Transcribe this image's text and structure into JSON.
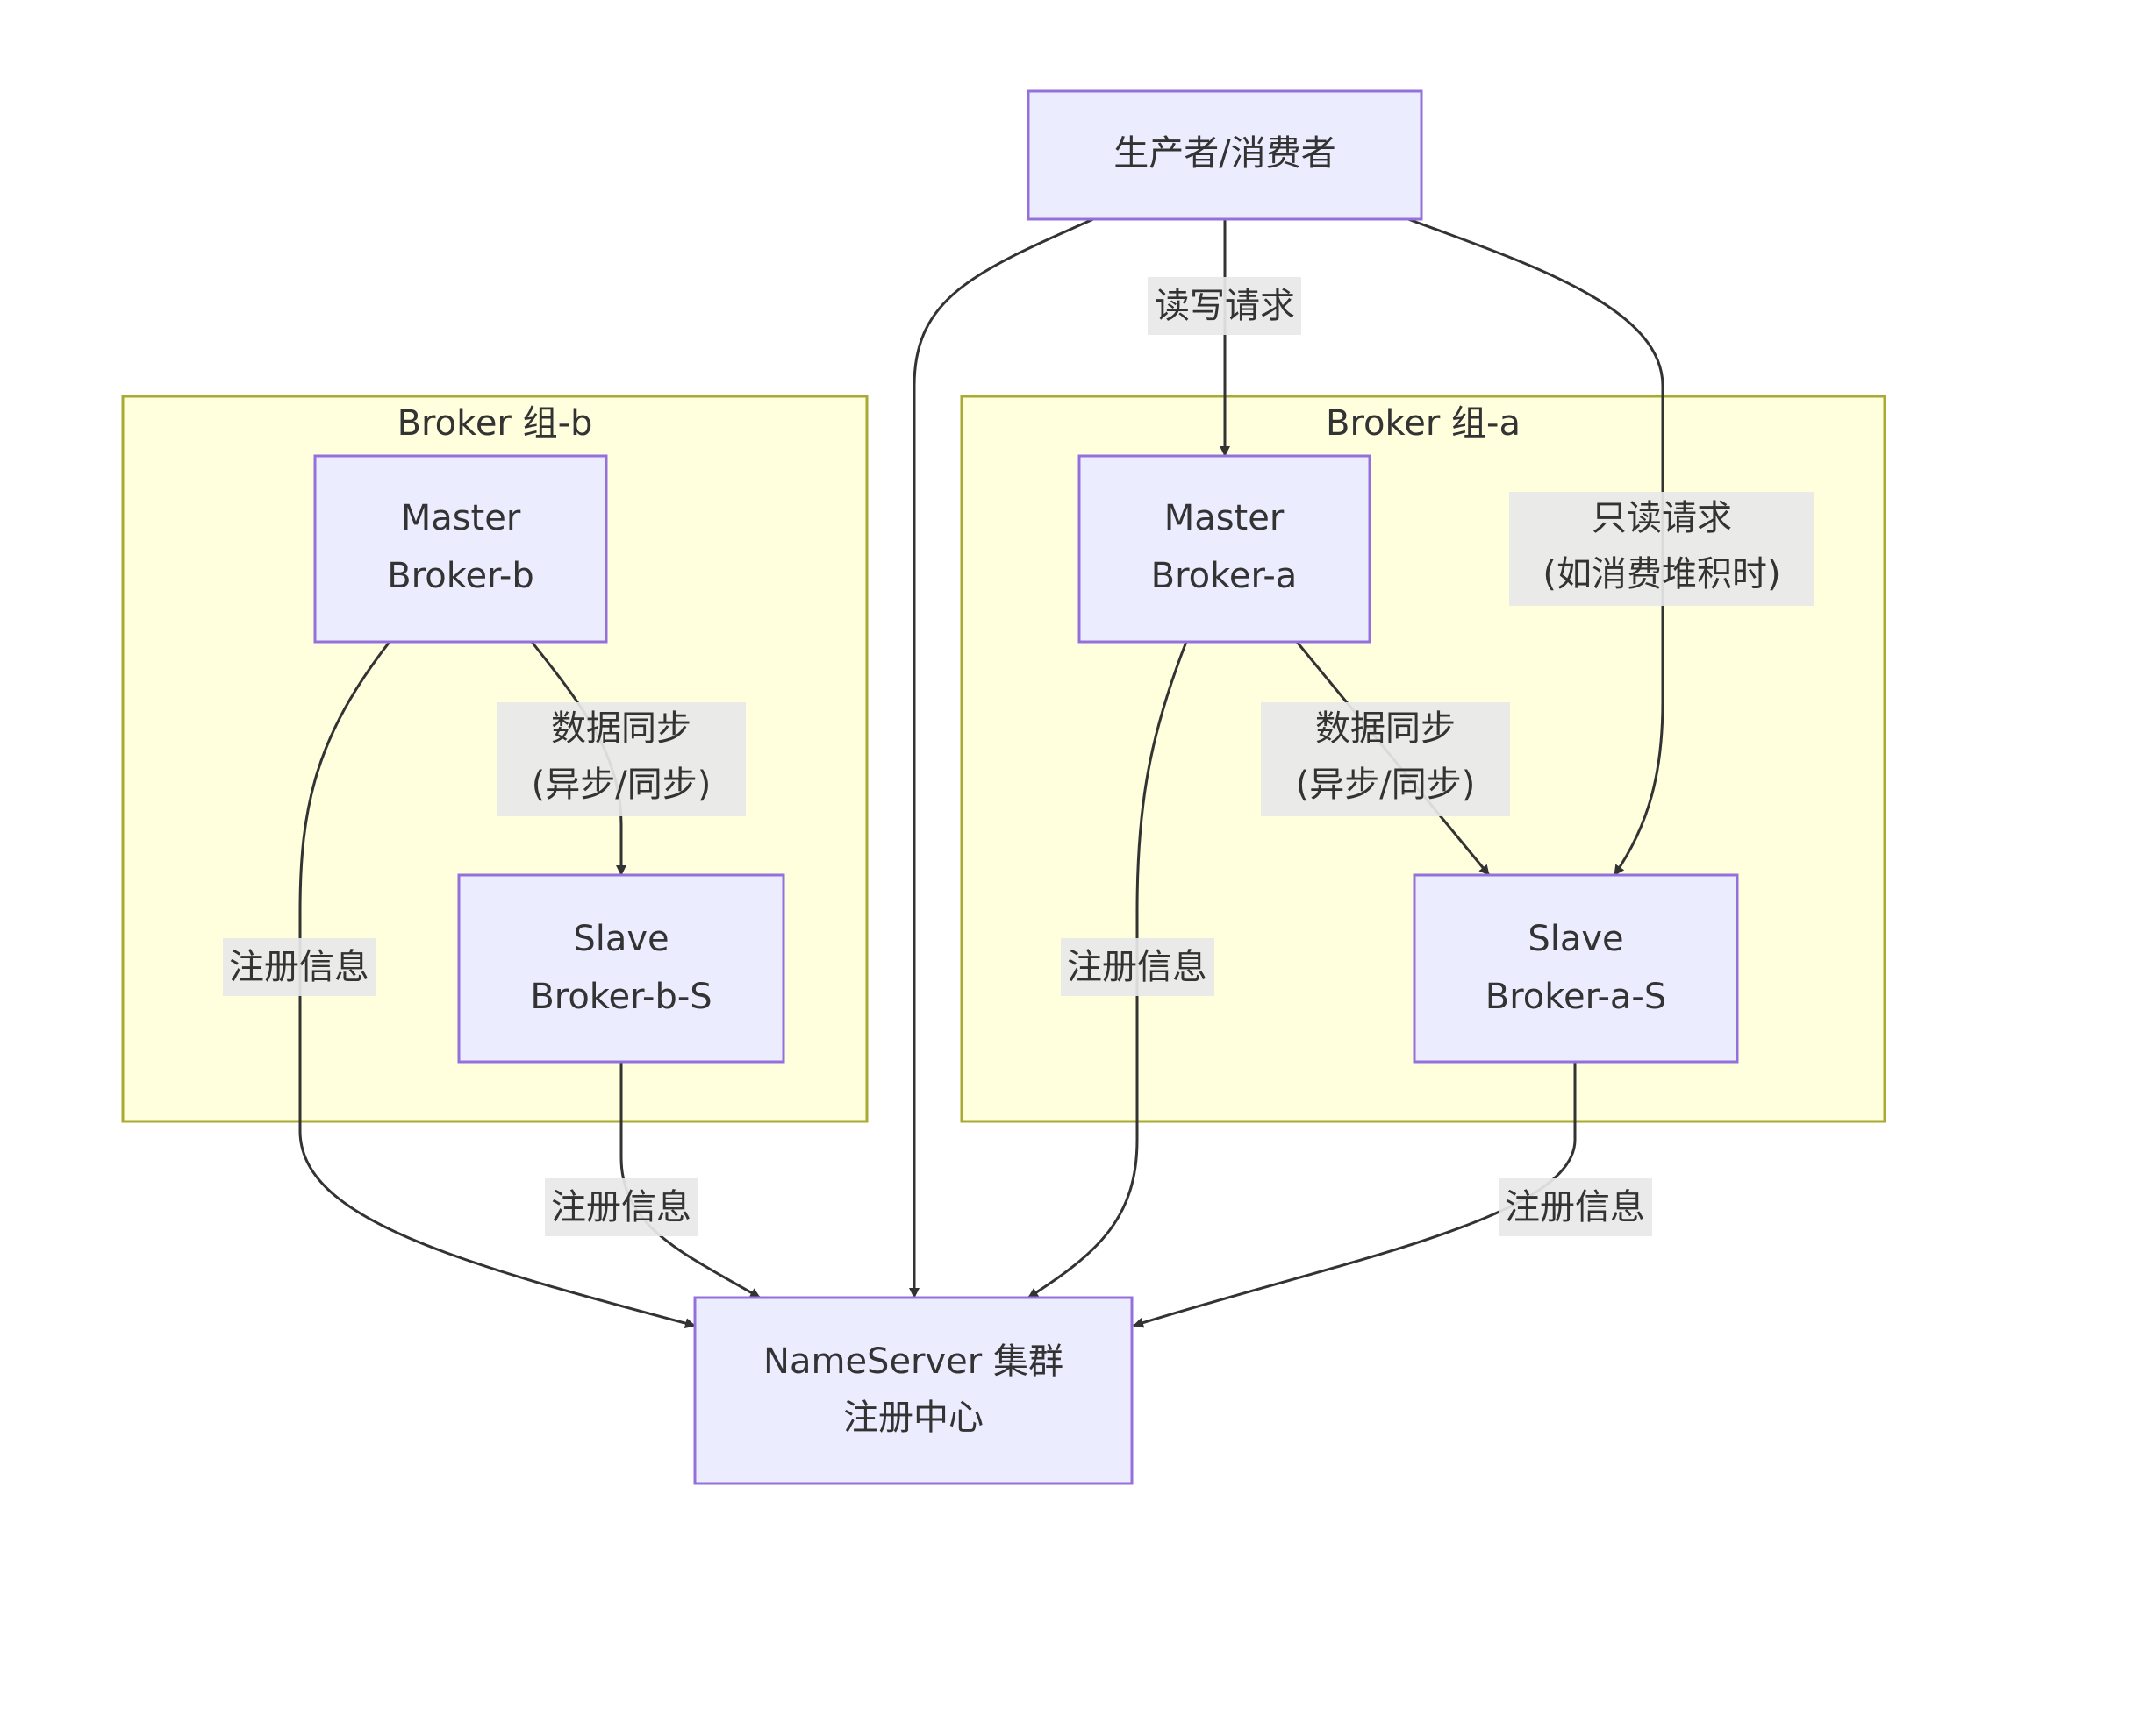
{
  "clusters": {
    "group_b": {
      "title": "Broker 组-b"
    },
    "group_a": {
      "title": "Broker 组-a"
    }
  },
  "nodes": {
    "client": {
      "label": "生产者/消费者"
    },
    "master_b": {
      "line1": "Master",
      "line2": "Broker-b"
    },
    "slave_b": {
      "line1": "Slave",
      "line2": "Broker-b-S"
    },
    "master_a": {
      "line1": "Master",
      "line2": "Broker-a"
    },
    "slave_a": {
      "line1": "Slave",
      "line2": "Broker-a-S"
    },
    "nameserver": {
      "line1": "NameServer 集群",
      "line2": "注册中心"
    }
  },
  "edges": {
    "read_write": {
      "label": "读写请求"
    },
    "read_only": {
      "line1": "只读请求",
      "line2": "(如消费堆积时)"
    },
    "sync_b": {
      "line1": "数据同步",
      "line2": "(异步/同步)"
    },
    "sync_a": {
      "line1": "数据同步",
      "line2": "(异步/同步)"
    },
    "reg_master_b": {
      "label": "注册信息"
    },
    "reg_slave_b": {
      "label": "注册信息"
    },
    "reg_master_a": {
      "label": "注册信息"
    },
    "reg_slave_a": {
      "label": "注册信息"
    }
  },
  "colors": {
    "node_fill": "#ececff",
    "node_stroke": "#9370db",
    "cluster_fill": "#ffffde",
    "cluster_stroke": "#aaaa33",
    "edge": "#333333",
    "edge_label_bg": "#e8e8e8",
    "text": "#333333"
  }
}
